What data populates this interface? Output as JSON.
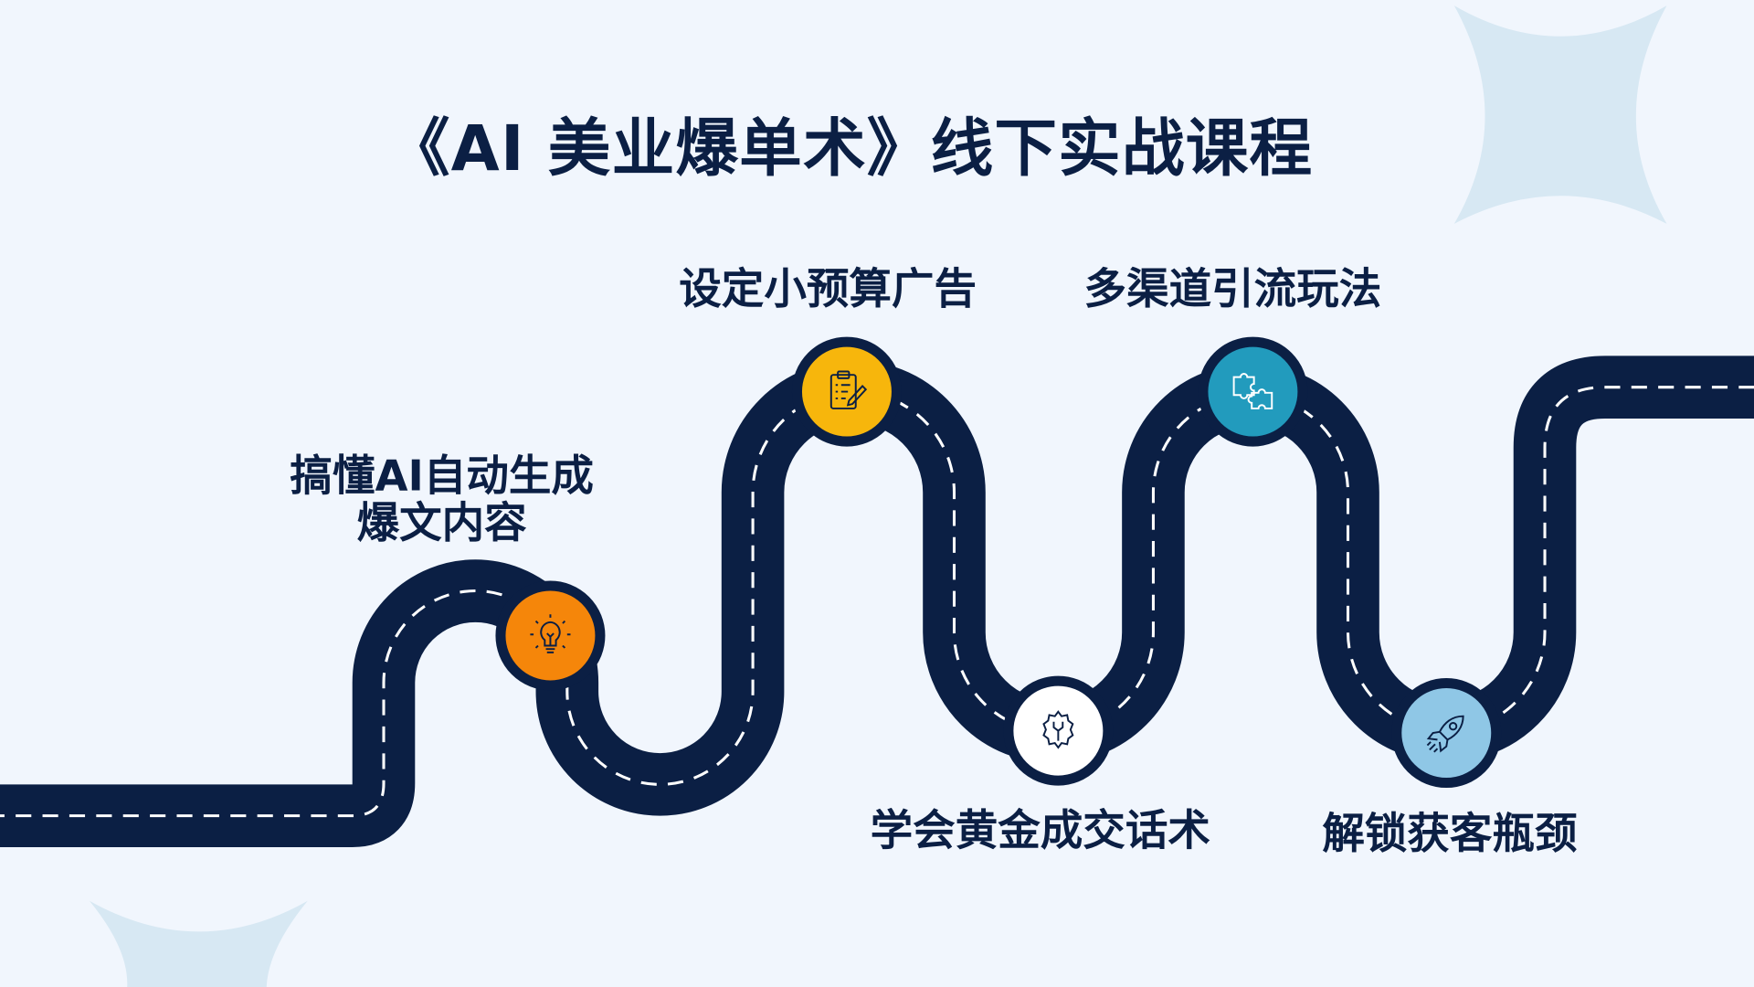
{
  "title": "《AI 美业爆单术》线下实战课程",
  "steps": [
    {
      "label_line1": "搞懂AI自动生成",
      "label_line2": "爆文内容",
      "icon": "lightbulb-icon",
      "color": "#f5860a"
    },
    {
      "label": "设定小预算广告",
      "icon": "clipboard-pen-icon",
      "color": "#f7b60c"
    },
    {
      "label": "学会黄金成交话术",
      "icon": "gear-wrench-icon",
      "color": "#ffffff"
    },
    {
      "label": "多渠道引流玩法",
      "icon": "puzzle-icon",
      "color": "#229bbd"
    },
    {
      "label": "解锁获客瓶颈",
      "icon": "rocket-icon",
      "color": "#8fc7e6"
    }
  ]
}
